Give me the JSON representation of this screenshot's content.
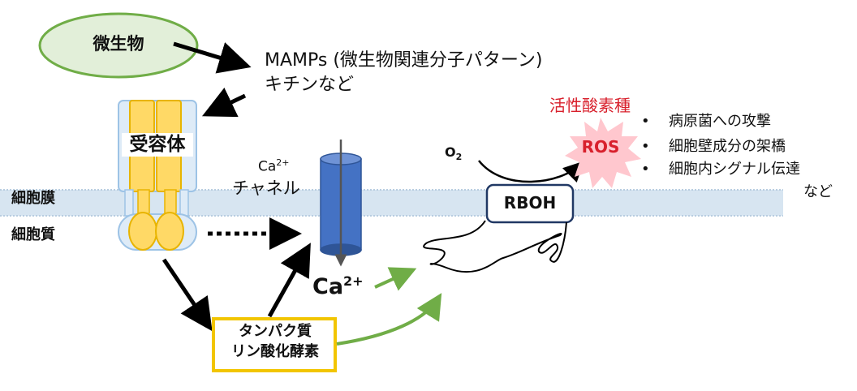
{
  "microbe": "微生物",
  "mamps": "MAMPs (微生物関連分子パターン)",
  "chitin": "キチンなど",
  "receptor": "受容体",
  "membrane": "細胞膜",
  "cytoplasm": "細胞質",
  "ca_channel": {
    "line1": "Ca",
    "sup": "2+",
    "line2": "チャネル"
  },
  "ca_ion": {
    "base": "Ca",
    "sup": "2+"
  },
  "kinase": {
    "line1": "タンパク質",
    "line2": "リン酸化酵素"
  },
  "o2": {
    "base": "O",
    "sub": "2"
  },
  "rboh": "RBOH",
  "ros": {
    "title": "活性酸素種",
    "abbr": "ROS",
    "items": [
      "病原菌への攻撃",
      "細胞壁成分の架橋",
      "細胞内シグナル伝達"
    ],
    "etc": "など"
  },
  "colors": {
    "membrane": "#d7e5f1",
    "microbe_fill": "#e2efd9",
    "microbe_stroke": "#70ad47",
    "receptor_yellow": "#ffd966",
    "receptor_stroke": "#e8b400",
    "receptor_blue": "#deebf7",
    "channel": "#4472c4",
    "green_arrow": "#70ad47",
    "kinase_border": "#f2c500",
    "ros_star": "#ffc7ce",
    "ros_text": "#d8202c",
    "rboh_stroke": "#203864"
  }
}
